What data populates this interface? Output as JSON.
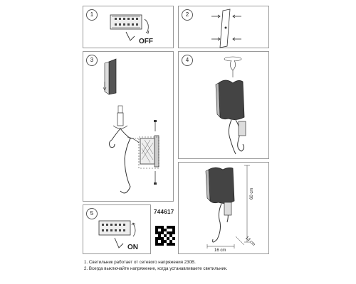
{
  "steps": [
    {
      "number": "1",
      "label": "OFF"
    },
    {
      "number": "2"
    },
    {
      "number": "3"
    },
    {
      "number": "4"
    },
    {
      "number": "5",
      "label": "ON"
    }
  ],
  "product_code": "744617",
  "dimensions": {
    "height": "60 cm",
    "width": "16 cm",
    "depth": "13 cm"
  },
  "notes": [
    "1. Светильник работает от сетевого напряжения 230В.",
    "2. Всегда выключайте напряжение, когда устанавливаете светильник."
  ]
}
